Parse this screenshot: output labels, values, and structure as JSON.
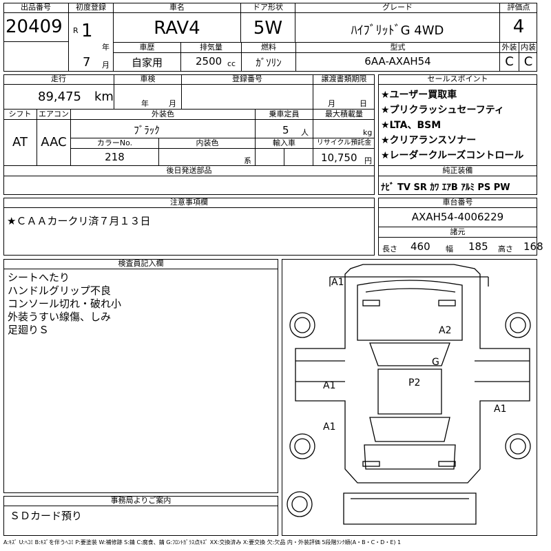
{
  "top": {
    "lot_label": "出品番号",
    "lot_no": "20409",
    "first_reg_label": "初度登録",
    "era": "R",
    "year": "1",
    "year_unit": "年",
    "month": "7",
    "month_unit": "月",
    "name_label": "車名",
    "name": "RAV4",
    "door_label": "ドア形状",
    "door": "5W",
    "grade_label": "グレード",
    "grade": "ﾊｲﾌﾞﾘｯﾄﾞG 4WD",
    "score_label": "評価点",
    "score": "4",
    "history_label": "車歴",
    "history": "自家用",
    "displacement_label": "排気量",
    "displacement": "2500",
    "displacement_unit": "cc",
    "fuel_label": "燃料",
    "fuel": "ｶﾞｿﾘﾝ",
    "model_label": "型式",
    "model": "6AA-AXAH54",
    "ext_label": "外装",
    "ext_grade": "C",
    "int_label": "内装",
    "int_grade": "C"
  },
  "mid": {
    "mileage_label": "走行",
    "mileage": "89,475",
    "mileage_unit": "km",
    "inspection_label": "車検",
    "insp_year_unit": "年",
    "insp_month_unit": "月",
    "regno_label": "登録番号",
    "transfer_label": "譲渡書類期限",
    "transfer_month_unit": "月",
    "transfer_day_unit": "日",
    "shift_label": "シフト",
    "shift": "AT",
    "ac_label": "エアコン",
    "ac": "AAC",
    "color_label": "外装色",
    "color": "ﾌﾞﾗｯｸ",
    "seats_label": "乗車定員",
    "seats": "5",
    "seats_unit": "人",
    "load_label": "最大積載量",
    "load_unit": "kg",
    "colorno_label": "カラーNo.",
    "colorno": "218",
    "intcolor_label": "内装色",
    "intcolor_unit": "系",
    "import_label": "輸入車",
    "recycle_label": "リサイクル預託金",
    "recycle": "10,750",
    "recycle_unit": "円",
    "later_label": "後日発送部品",
    "sales_label": "セールスポイント",
    "sales": [
      "★ユーザー買取車",
      "★プリクラッシュセーフティ",
      "★LTA、BSM",
      "★クリアランスソナー",
      "★レーダークルーズコントロール"
    ],
    "equip_label": "純正装備",
    "equip": "ﾅﾋﾞ TV SR ｶﾜ ｴｱB ｱﾙﾐ PS PW"
  },
  "notes": {
    "caution_label": "注意事項欄",
    "caution": "★ＣＡＡカークリ済７月１３日",
    "chassis_label": "車台番号",
    "chassis": "AXAH54-4006229",
    "dims_label": "諸元",
    "len_label": "長さ",
    "len": "460",
    "wid_label": "幅",
    "wid": "185",
    "hei_label": "高さ",
    "hei": "168",
    "inspector_label": "検査員記入欄",
    "inspector_lines": [
      "シートへたり",
      "ハンドルグリップ不良",
      "コンソール切れ・破れ小",
      "外装うすい線傷、しみ",
      "足廻りＳ"
    ],
    "office_label": "事務局よりご案内",
    "office": "ＳＤカード預り"
  },
  "diagram": {
    "marks": [
      "A1",
      "A2",
      "G",
      "P2",
      "A1",
      "A1",
      "A1"
    ]
  },
  "legend": "A:ｷｽﾞ U:ﾍｺﾐ B:ｷｽﾞを伴うﾍｺﾐ P:要塗装 W:補修跡 S:錆 C:腐食、錆 G:ﾌﾛﾝﾄｶﾞﾗｽ点ｷｽﾞ XX:交換済み X:要交換 欠:欠品 内・外装評価 5段階ﾗﾝｸ順(A・B・C・D・E) 1"
}
